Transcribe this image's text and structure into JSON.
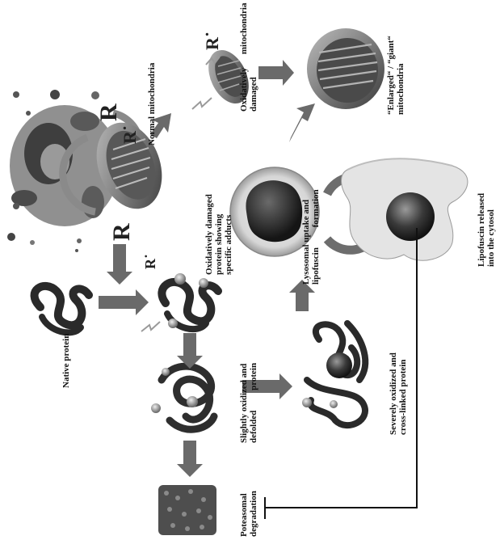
{
  "labels": {
    "native_protein": "Native protein",
    "oxidatively_damaged_protein": "Oxidatively damaged\nprotein showing\nspecific adducts",
    "normal_mitochondria": "Normal mitochondria",
    "oxidatively_damaged_mitochondria": "Oxidatively      mitochondria\ndamaged",
    "enlarged_giant_mitochondria": "“Enlarged“ / “giant“\nmitochondria",
    "lysosomal_uptake": "Lysosomal uptake and\nlipofuscin         formation",
    "lipofuscin_released": "Lipofuscin released\ninto the cytosol",
    "slightly_oxidized": "Slightly oxidized and\ndefolded         protein",
    "severely_oxidized": "Severely oxidized and\ncross-linked protein",
    "proteasomal_degradation": "Poteasomal\ndegradation"
  },
  "symbols": {
    "radical_1": "R",
    "radical_2": "R",
    "radical_3": "R˙",
    "radical_4": "R˙",
    "radical_5": "R˙"
  }
}
